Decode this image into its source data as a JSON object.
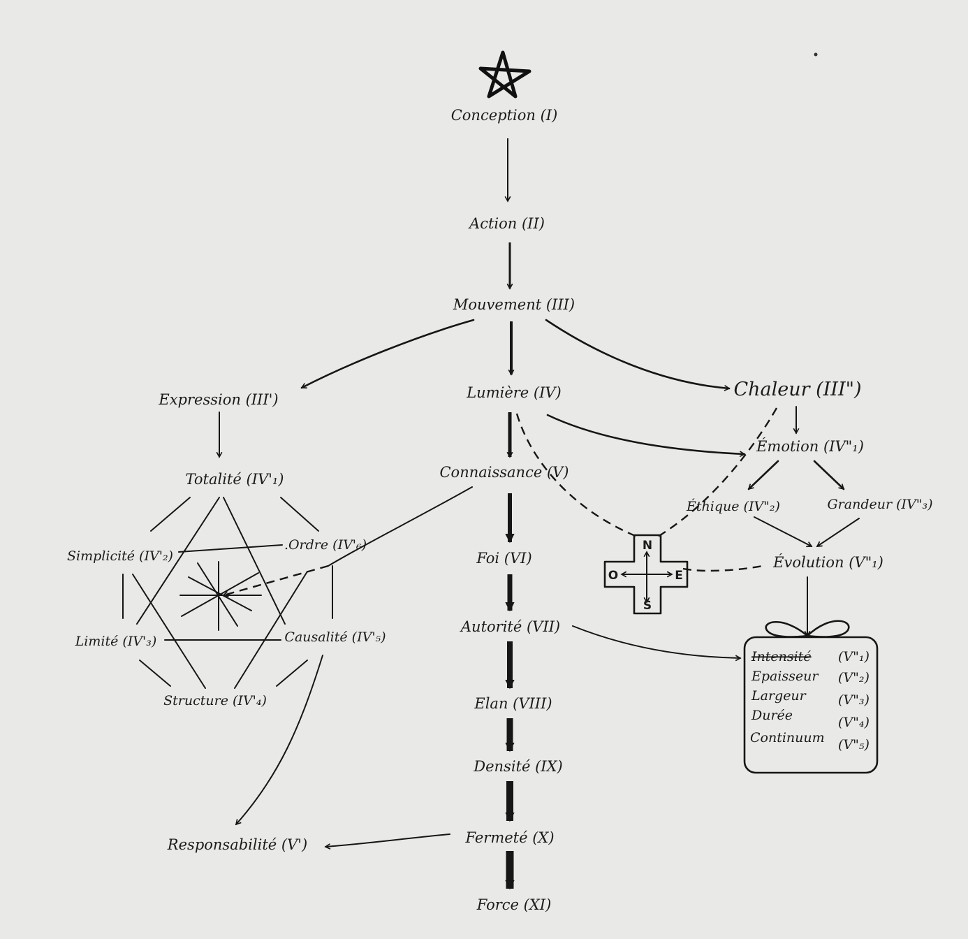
{
  "diagram": {
    "center": {
      "conception": "Conception (I)",
      "action": "Action (II)",
      "mouvement": "Mouvement (III)",
      "lumiere": "Lumière (IV)",
      "connaissance": "Connaissance (V)",
      "foi": "Foi (VI)",
      "autorite": "Autorité (VII)",
      "elan": "Elan (VIII)",
      "densite": "Densité (IX)",
      "fermete": "Fermeté (X)",
      "force": "Force (XI)"
    },
    "left": {
      "expression": "Expression (III')",
      "totalite": "Totalité (IV'₁)",
      "simplicite": "Simplicité (IV'₂)",
      "ordre": ".Ordre (IV'₆)",
      "limite": "Limité (IV'₃)",
      "causalite": "Causalité (IV'₅)",
      "structure": "Structure (IV'₄)",
      "responsabilite": "Responsabilité (V')"
    },
    "right": {
      "chaleur": "Chaleur (III\")",
      "emotion": "Émotion (IV\"₁)",
      "ethique": "Éthique (IV\"₂)",
      "grandeur": "Grandeur (IV\"₃)",
      "evolution": "Évolution (V\"₁)"
    },
    "compass": {
      "n": "N",
      "s": "S",
      "e": "E",
      "o": "O"
    },
    "box": [
      {
        "label": "Intensité",
        "num": "(V\"₁)"
      },
      {
        "label": "Epaisseur",
        "num": "(V\"₂)"
      },
      {
        "label": "Largeur",
        "num": "(V\"₃)"
      },
      {
        "label": "Durée",
        "num": "(V\"₄)"
      },
      {
        "label": "Continuum",
        "num": "(V\"₅)"
      }
    ]
  }
}
